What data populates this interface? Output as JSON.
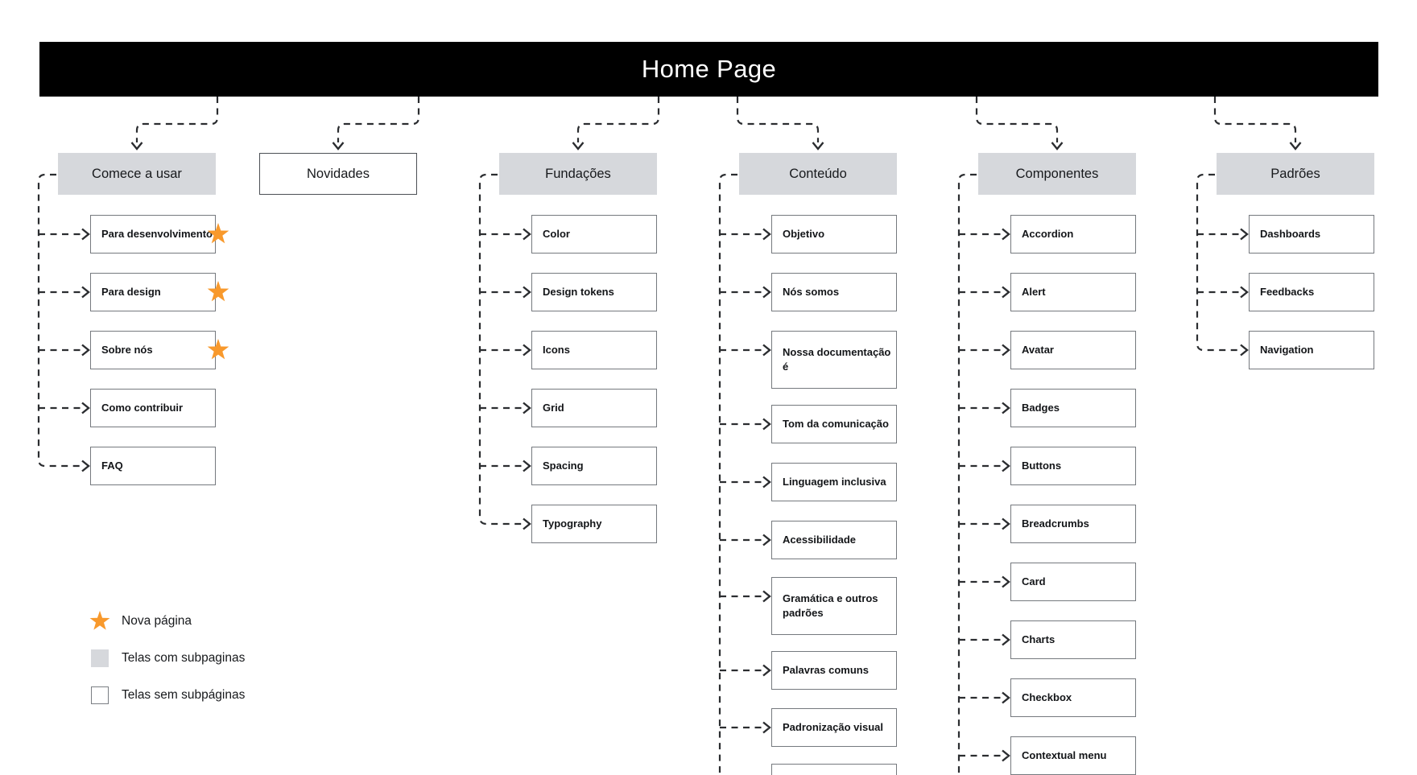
{
  "title": "Home Page",
  "colors": {
    "bar_bg": "#000000",
    "bar_text": "#ffffff",
    "subpage_header_bg": "#d6d8dc",
    "star": "#f8992c",
    "connector": "#2b2d30",
    "box_border": "#75797e"
  },
  "columns": [
    {
      "label": "Comece a usar",
      "style": "subpages",
      "children": [
        {
          "label": "Para desenvolvimento",
          "star": true
        },
        {
          "label": "Para design",
          "star": true
        },
        {
          "label": "Sobre nós",
          "star": true
        },
        {
          "label": "Como contribuir",
          "star": false
        },
        {
          "label": "FAQ",
          "star": false
        }
      ]
    },
    {
      "label": "Novidades",
      "style": "no-subpages",
      "children": []
    },
    {
      "label": "Fundações",
      "style": "subpages",
      "children": [
        {
          "label": "Color"
        },
        {
          "label": "Design tokens"
        },
        {
          "label": "Icons"
        },
        {
          "label": "Grid"
        },
        {
          "label": "Spacing"
        },
        {
          "label": "Typography"
        }
      ]
    },
    {
      "label": "Conteúdo",
      "style": "subpages",
      "children": [
        {
          "label": "Objetivo"
        },
        {
          "label": "Nós somos"
        },
        {
          "label": "Nossa documentação é"
        },
        {
          "label": "Tom da comunicação"
        },
        {
          "label": "Linguagem inclusiva"
        },
        {
          "label": "Acessibilidade"
        },
        {
          "label": "Gramática e outros padrões"
        },
        {
          "label": "Palavras comuns"
        },
        {
          "label": "Padronização visual"
        },
        {
          "label": ""
        }
      ]
    },
    {
      "label": "Componentes",
      "style": "subpages",
      "children": [
        {
          "label": "Accordion"
        },
        {
          "label": "Alert"
        },
        {
          "label": "Avatar"
        },
        {
          "label": "Badges"
        },
        {
          "label": "Buttons"
        },
        {
          "label": "Breadcrumbs"
        },
        {
          "label": "Card"
        },
        {
          "label": "Charts"
        },
        {
          "label": "Checkbox"
        },
        {
          "label": "Contextual menu"
        }
      ]
    },
    {
      "label": "Padrões",
      "style": "subpages",
      "children": [
        {
          "label": "Dashboards"
        },
        {
          "label": "Feedbacks"
        },
        {
          "label": "Navigation"
        }
      ]
    }
  ],
  "legend": {
    "items": [
      {
        "icon": "star",
        "label": "Nova página"
      },
      {
        "icon": "filled-box",
        "label": "Telas com subpaginas"
      },
      {
        "icon": "outline-box",
        "label": "Telas sem subpáginas"
      }
    ]
  }
}
